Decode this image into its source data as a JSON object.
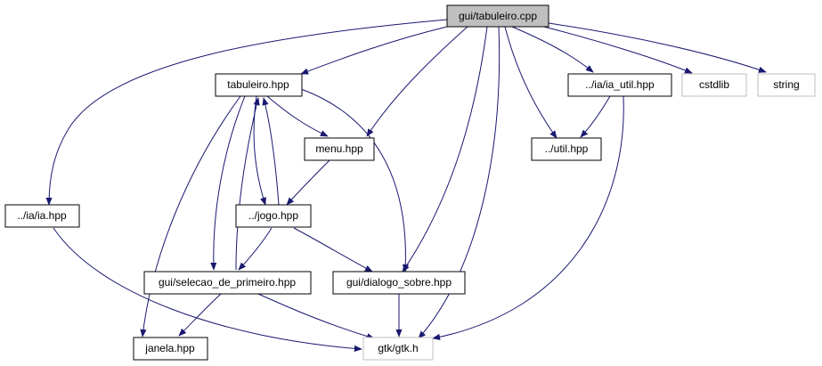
{
  "graph": {
    "root": "gui/tabuleiro.cpp",
    "nodes": {
      "root": {
        "label": "gui/tabuleiro.cpp",
        "style": "highlight"
      },
      "tabuleiro_hpp": {
        "label": "tabuleiro.hpp",
        "style": "normal"
      },
      "ia_util_hpp": {
        "label": "../ia/ia_util.hpp",
        "style": "normal"
      },
      "cstdlib": {
        "label": "cstdlib",
        "style": "external"
      },
      "string": {
        "label": "string",
        "style": "external"
      },
      "menu_hpp": {
        "label": "menu.hpp",
        "style": "normal"
      },
      "util_hpp": {
        "label": "../util.hpp",
        "style": "normal"
      },
      "ia_hpp": {
        "label": "../ia/ia.hpp",
        "style": "normal"
      },
      "jogo_hpp": {
        "label": "../jogo.hpp",
        "style": "normal"
      },
      "selecao_hpp": {
        "label": "gui/selecao_de_primeiro.hpp",
        "style": "normal"
      },
      "dialogo_hpp": {
        "label": "gui/dialogo_sobre.hpp",
        "style": "normal"
      },
      "janela_hpp": {
        "label": "janela.hpp",
        "style": "normal"
      },
      "gtk_h": {
        "label": "gtk/gtk.h",
        "style": "external"
      }
    },
    "edges": [
      [
        "root",
        "tabuleiro_hpp"
      ],
      [
        "root",
        "ia_util_hpp"
      ],
      [
        "root",
        "cstdlib"
      ],
      [
        "root",
        "string"
      ],
      [
        "root",
        "menu_hpp"
      ],
      [
        "root",
        "util_hpp"
      ],
      [
        "root",
        "ia_hpp"
      ],
      [
        "root",
        "dialogo_hpp"
      ],
      [
        "root",
        "gtk_h"
      ],
      [
        "tabuleiro_hpp",
        "menu_hpp"
      ],
      [
        "tabuleiro_hpp",
        "jogo_hpp"
      ],
      [
        "tabuleiro_hpp",
        "selecao_hpp"
      ],
      [
        "tabuleiro_hpp",
        "dialogo_hpp"
      ],
      [
        "tabuleiro_hpp",
        "janela_hpp"
      ],
      [
        "ia_util_hpp",
        "util_hpp"
      ],
      [
        "ia_util_hpp",
        "gtk_h"
      ],
      [
        "menu_hpp",
        "jogo_hpp"
      ],
      [
        "jogo_hpp",
        "tabuleiro_hpp"
      ],
      [
        "jogo_hpp",
        "selecao_hpp"
      ],
      [
        "jogo_hpp",
        "dialogo_hpp"
      ],
      [
        "selecao_hpp",
        "tabuleiro_hpp"
      ],
      [
        "selecao_hpp",
        "janela_hpp"
      ],
      [
        "selecao_hpp",
        "gtk_h"
      ],
      [
        "dialogo_hpp",
        "gtk_h"
      ],
      [
        "ia_hpp",
        "gtk_h"
      ]
    ]
  },
  "colors": {
    "edge": "#191970",
    "node_border": "#000000",
    "external_border": "#bfbfbf",
    "highlight_fill": "#bfbfbf",
    "node_fill": "#ffffff"
  }
}
